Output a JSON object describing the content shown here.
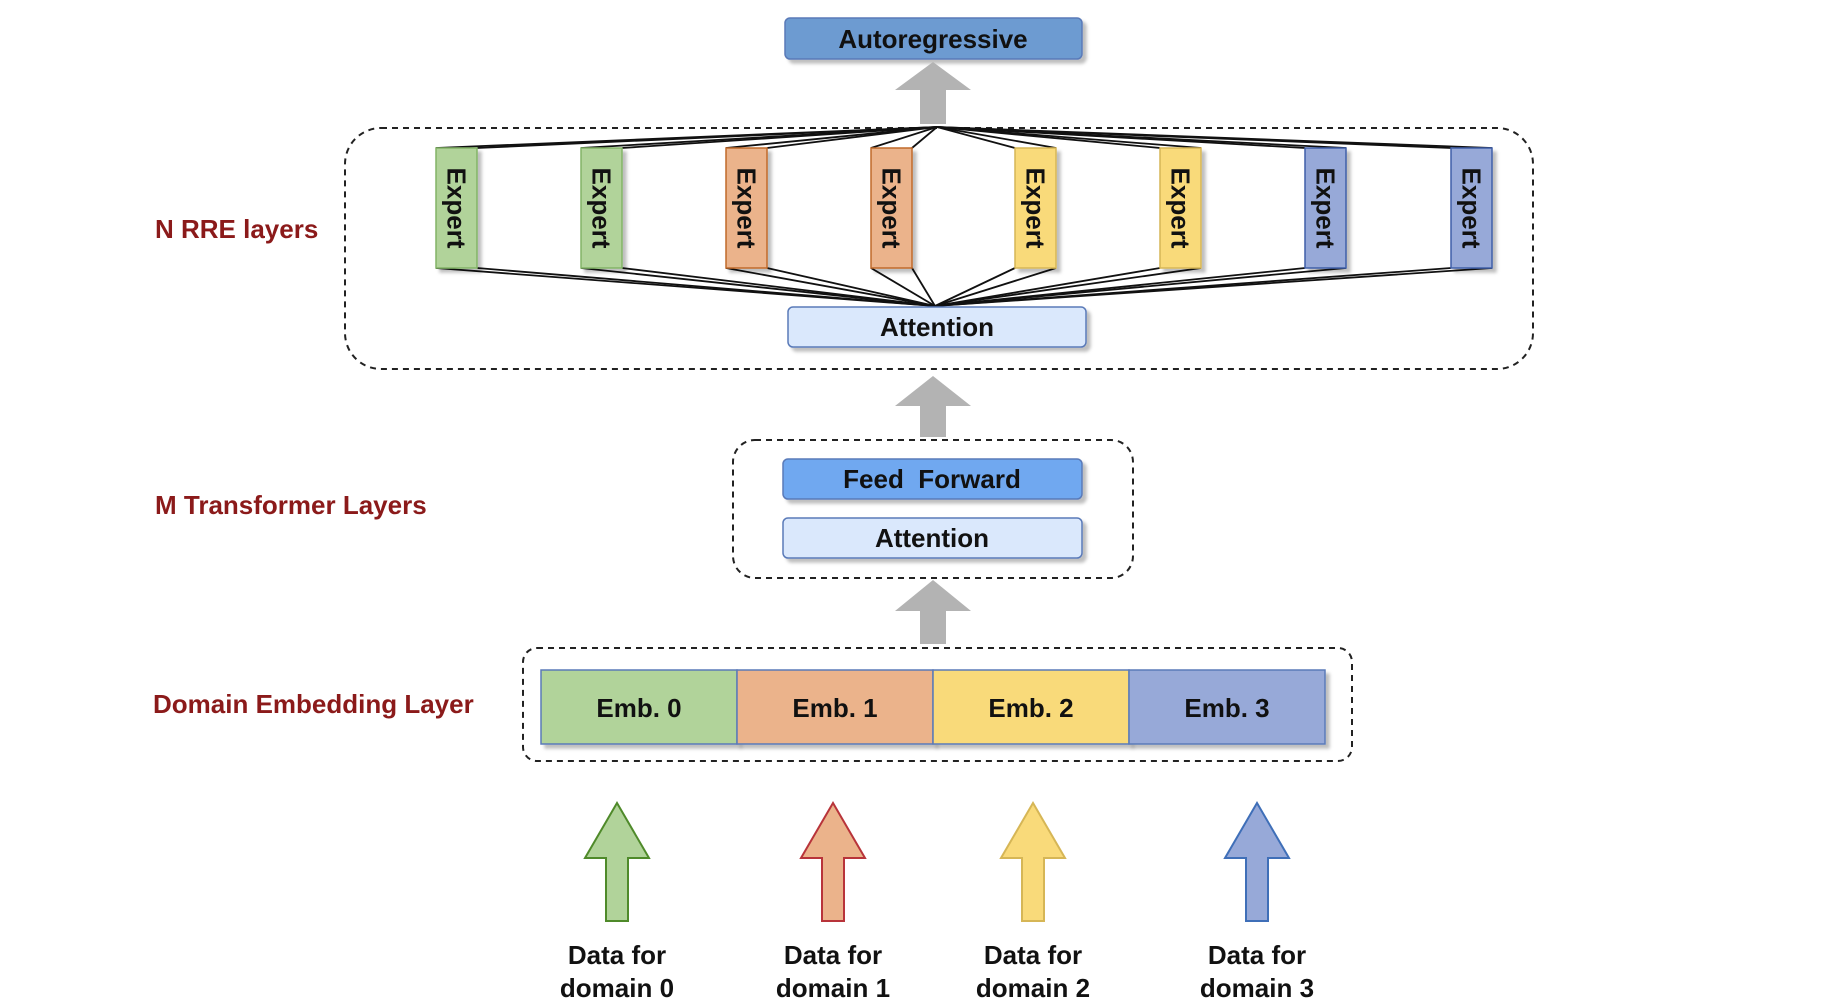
{
  "layers": {
    "rre_label": "N RRE layers",
    "transformer_label": "M Transformer Layers",
    "embedding_label": "Domain Embedding Layer"
  },
  "output": {
    "label": "Autoregressive"
  },
  "rre": {
    "attention_label": "Attention",
    "experts": [
      {
        "label": "Expert",
        "color": "#b1d39a",
        "border": "#82b366"
      },
      {
        "label": "Expert",
        "color": "#b1d39a",
        "border": "#82b366"
      },
      {
        "label": "Expert",
        "color": "#ebb38b",
        "border": "#c06a2b"
      },
      {
        "label": "Expert",
        "color": "#ebb38b",
        "border": "#c06a2b"
      },
      {
        "label": "Expert",
        "color": "#f9da7a",
        "border": "#d6b656"
      },
      {
        "label": "Expert",
        "color": "#f9da7a",
        "border": "#d6b656"
      },
      {
        "label": "Expert",
        "color": "#97a9d8",
        "border": "#3f5fa8"
      },
      {
        "label": "Expert",
        "color": "#97a9d8",
        "border": "#3f5fa8"
      }
    ]
  },
  "transformer": {
    "feed_forward_label": "Feed  Forward",
    "attention_label": "Attention"
  },
  "embeddings": [
    {
      "label": "Emb. 0",
      "color": "#b1d39a"
    },
    {
      "label": "Emb. 1",
      "color": "#ebb38b"
    },
    {
      "label": "Emb. 2",
      "color": "#f9da7a"
    },
    {
      "label": "Emb. 3",
      "color": "#97a9d8"
    }
  ],
  "inputs": [
    {
      "line1": "Data for",
      "line2": "domain 0",
      "fill": "#b1d39a",
      "stroke": "#4f8a2a"
    },
    {
      "line1": "Data for",
      "line2": "domain 1",
      "fill": "#ebb38b",
      "stroke": "#b8343a"
    },
    {
      "line1": "Data for",
      "line2": "domain 2",
      "fill": "#f9da7a",
      "stroke": "#d6b656"
    },
    {
      "line1": "Data for",
      "line2": "domain 3",
      "fill": "#97a9d8",
      "stroke": "#3f6fb8"
    }
  ],
  "colors": {
    "layer_label": "#8b1a1a",
    "autoregressive_fill": "#6d9bd1",
    "feed_forward_fill": "#6fa8f0",
    "attention_fill": "#dae8fc",
    "box_border": "#5a7ab8",
    "flow_arrow": "#b3b3b3"
  }
}
